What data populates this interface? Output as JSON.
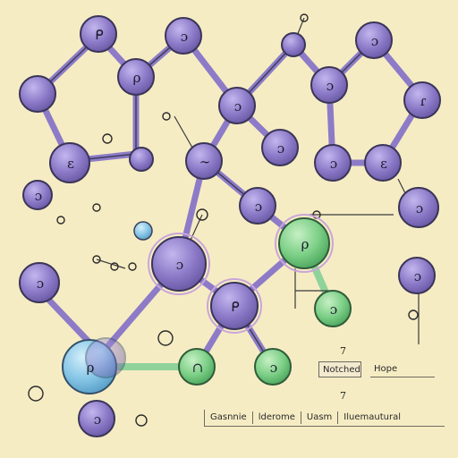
{
  "labels": {
    "notched": "Notched",
    "hope": "Hope",
    "legend": [
      "Gasnnie",
      "lderome",
      "Uasm",
      "Iluemautural"
    ]
  },
  "marks": {
    "seven_right": "7",
    "seven_mid": "7"
  },
  "colors": {
    "background": "#f6ecc4",
    "atom_purple": "#8c7ac8",
    "atom_green": "#7ccf86",
    "atom_blue": "#86c5e6",
    "bond": "#3c3f5a"
  }
}
